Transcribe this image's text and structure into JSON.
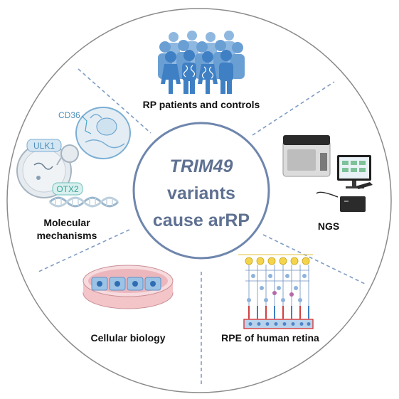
{
  "center": {
    "gene": "TRIM49",
    "line2": "variants",
    "line3": "cause arRP"
  },
  "sections": {
    "top": "RP patients and controls",
    "right": "NGS",
    "bottom_right": "RPE of human retina",
    "bottom_left": "Cellular biology",
    "left_line1": "Molecular",
    "left_line2": "mechanisms"
  },
  "molecular_labels": {
    "cd36": "CD36",
    "ulk1": "ULK1",
    "otx2": "OTX2"
  },
  "colors": {
    "outer_ring": "#8a8a8a",
    "dividers": "#7e9cc4",
    "center_ring": "#6f86ad",
    "center_text": "#5f7192",
    "people": "#3f7fc4"
  }
}
